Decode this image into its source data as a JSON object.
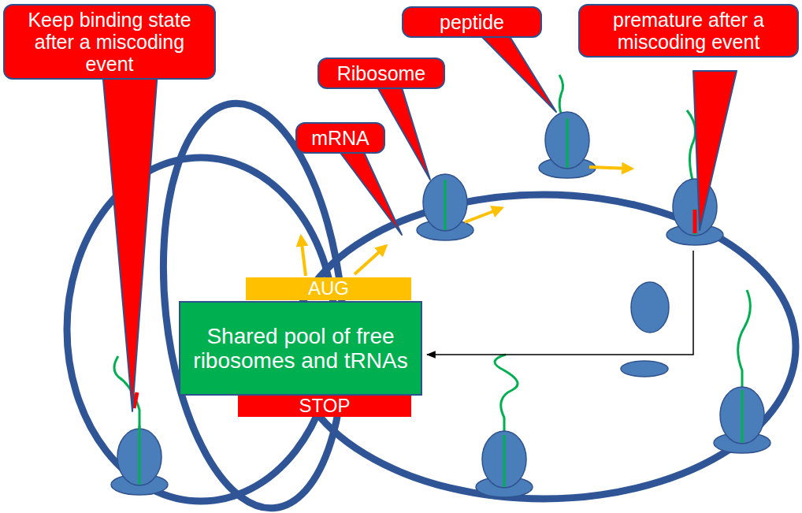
{
  "diagram": {
    "nodes": [
      {
        "text": [
          "Keep binding state after a miscoding event"
        ]
      },
      {
        "text": [
          "peptide"
        ]
      },
      {
        "text": [
          "premature after a miscoding event"
        ]
      },
      {
        "text": [
          "Ribosome"
        ]
      },
      {
        "text": [
          "mRNA"
        ]
      },
      {
        "text": [
          "AUG"
        ]
      },
      {
        "text": [
          "Shared pool of free ribosomes and tRNAs"
        ]
      },
      {
        "text": [
          "STOP"
        ]
      }
    ]
  }
}
